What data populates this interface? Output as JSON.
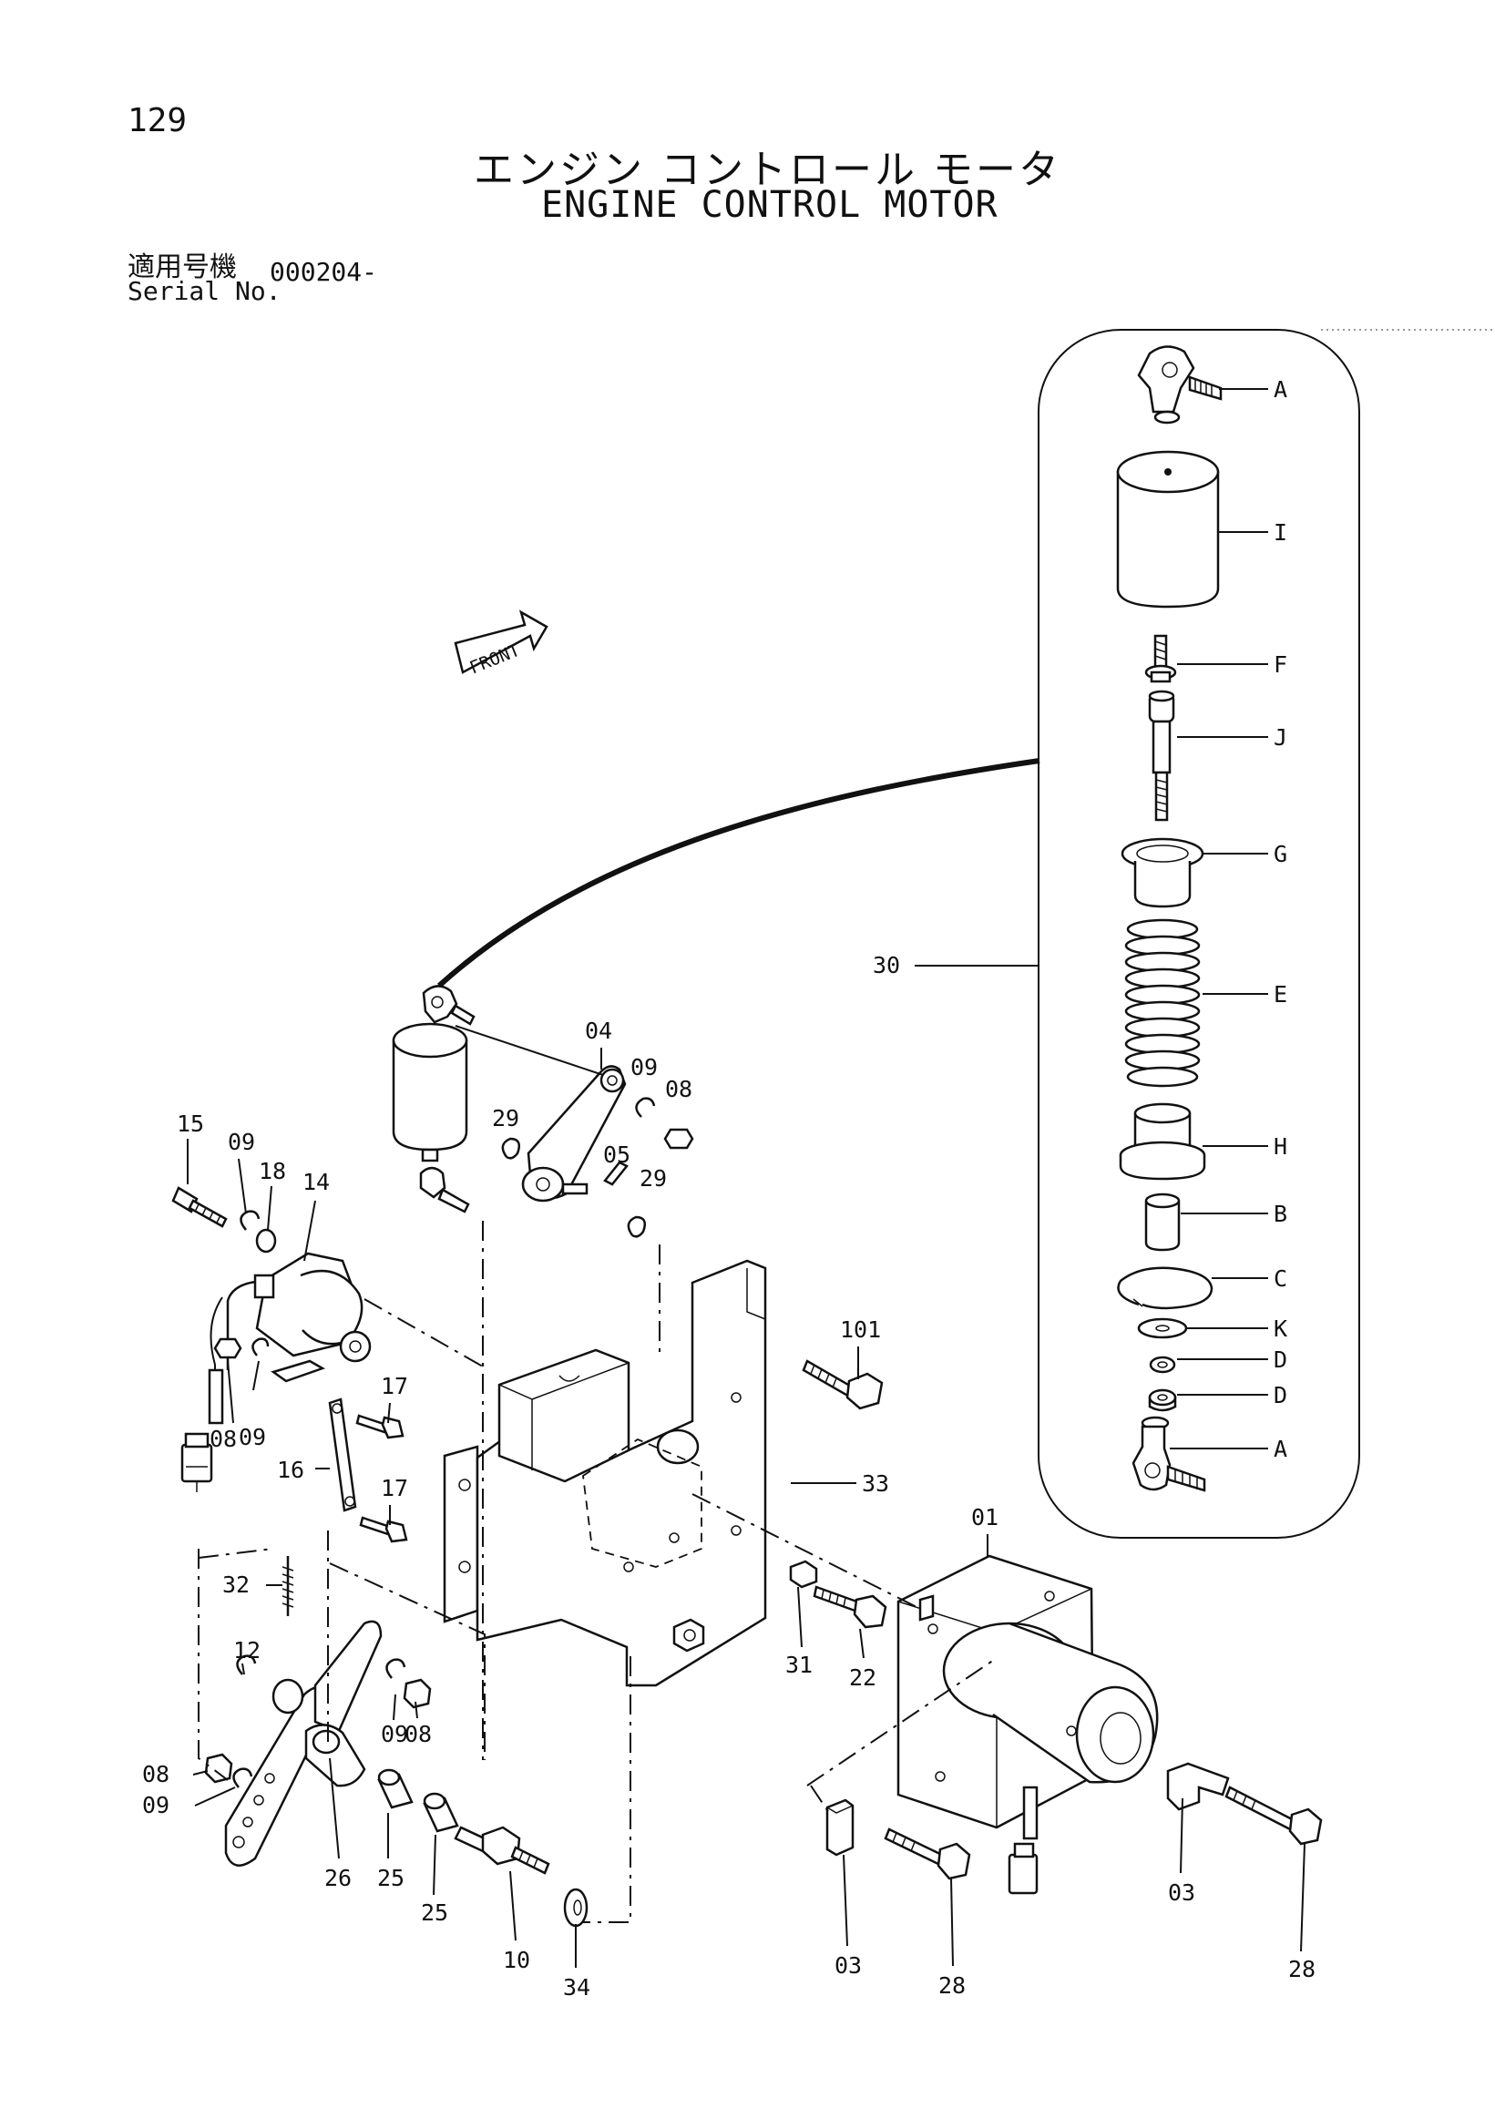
{
  "page": {
    "number": "129",
    "title_jp": "エンジン コントロール モータ",
    "title_en": "ENGINE CONTROL MOTOR",
    "serial_label_jp": "適用号機",
    "serial_label_en": "Serial No.",
    "serial_value": "000204-"
  },
  "front_marker": "FRONT",
  "detail_callouts": [
    "A",
    "I",
    "F",
    "J",
    "G",
    "E",
    "H",
    "B",
    "C",
    "K",
    "D",
    "D",
    "A"
  ],
  "part_callouts": [
    "30",
    "04",
    "09",
    "08",
    "29",
    "05",
    "29",
    "15",
    "09",
    "18",
    "14",
    "101",
    "08",
    "09",
    "17",
    "17",
    "16",
    "33",
    "01",
    "32",
    "12",
    "09",
    "08",
    "31",
    "22",
    "08",
    "09",
    "26",
    "25",
    "25",
    "10",
    "34",
    "03",
    "28",
    "03",
    "28"
  ]
}
